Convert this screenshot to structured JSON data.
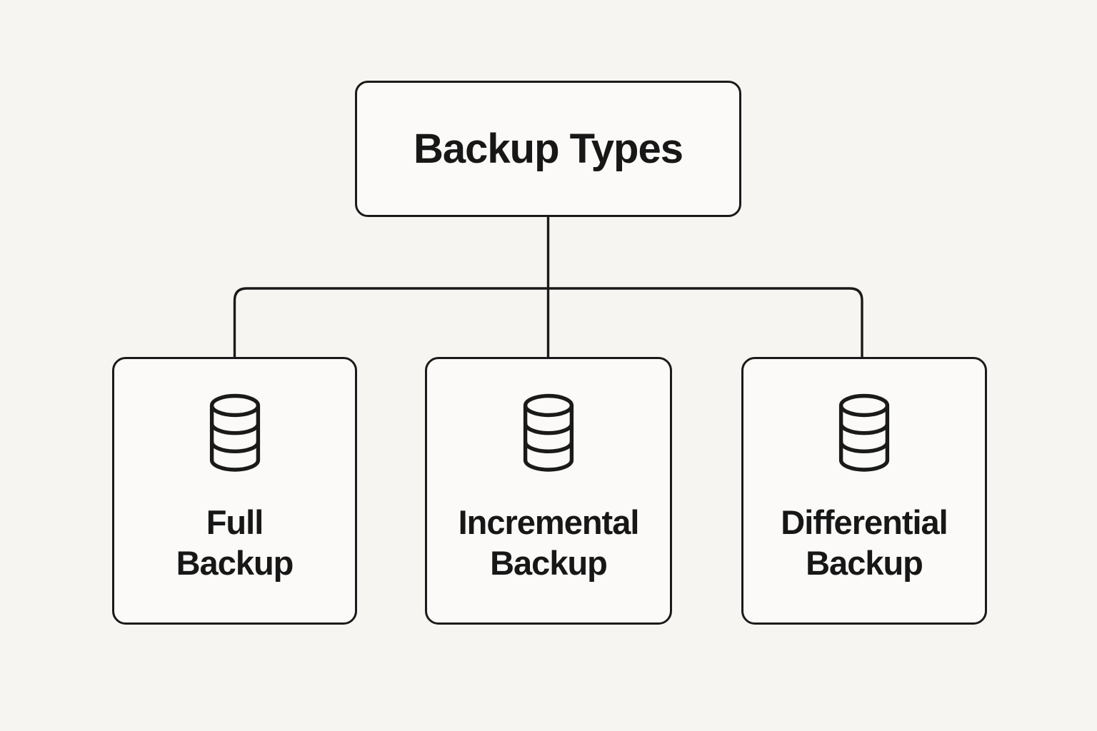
{
  "diagram": {
    "root": {
      "label": "Backup Types"
    },
    "children": [
      {
        "label": "Full Backup",
        "lines": [
          "Full",
          "Backup"
        ],
        "icon": "database-icon"
      },
      {
        "label": "Incremental Backup",
        "lines": [
          "Incremental",
          "Backup"
        ],
        "icon": "database-icon"
      },
      {
        "label": "Differential Backup",
        "lines": [
          "Differential",
          "Backup"
        ],
        "icon": "database-icon"
      }
    ],
    "colors": {
      "background": "#f6f5f2",
      "node_fill": "#fbfaf8",
      "stroke": "#1a1a1a",
      "text": "#171717"
    }
  }
}
